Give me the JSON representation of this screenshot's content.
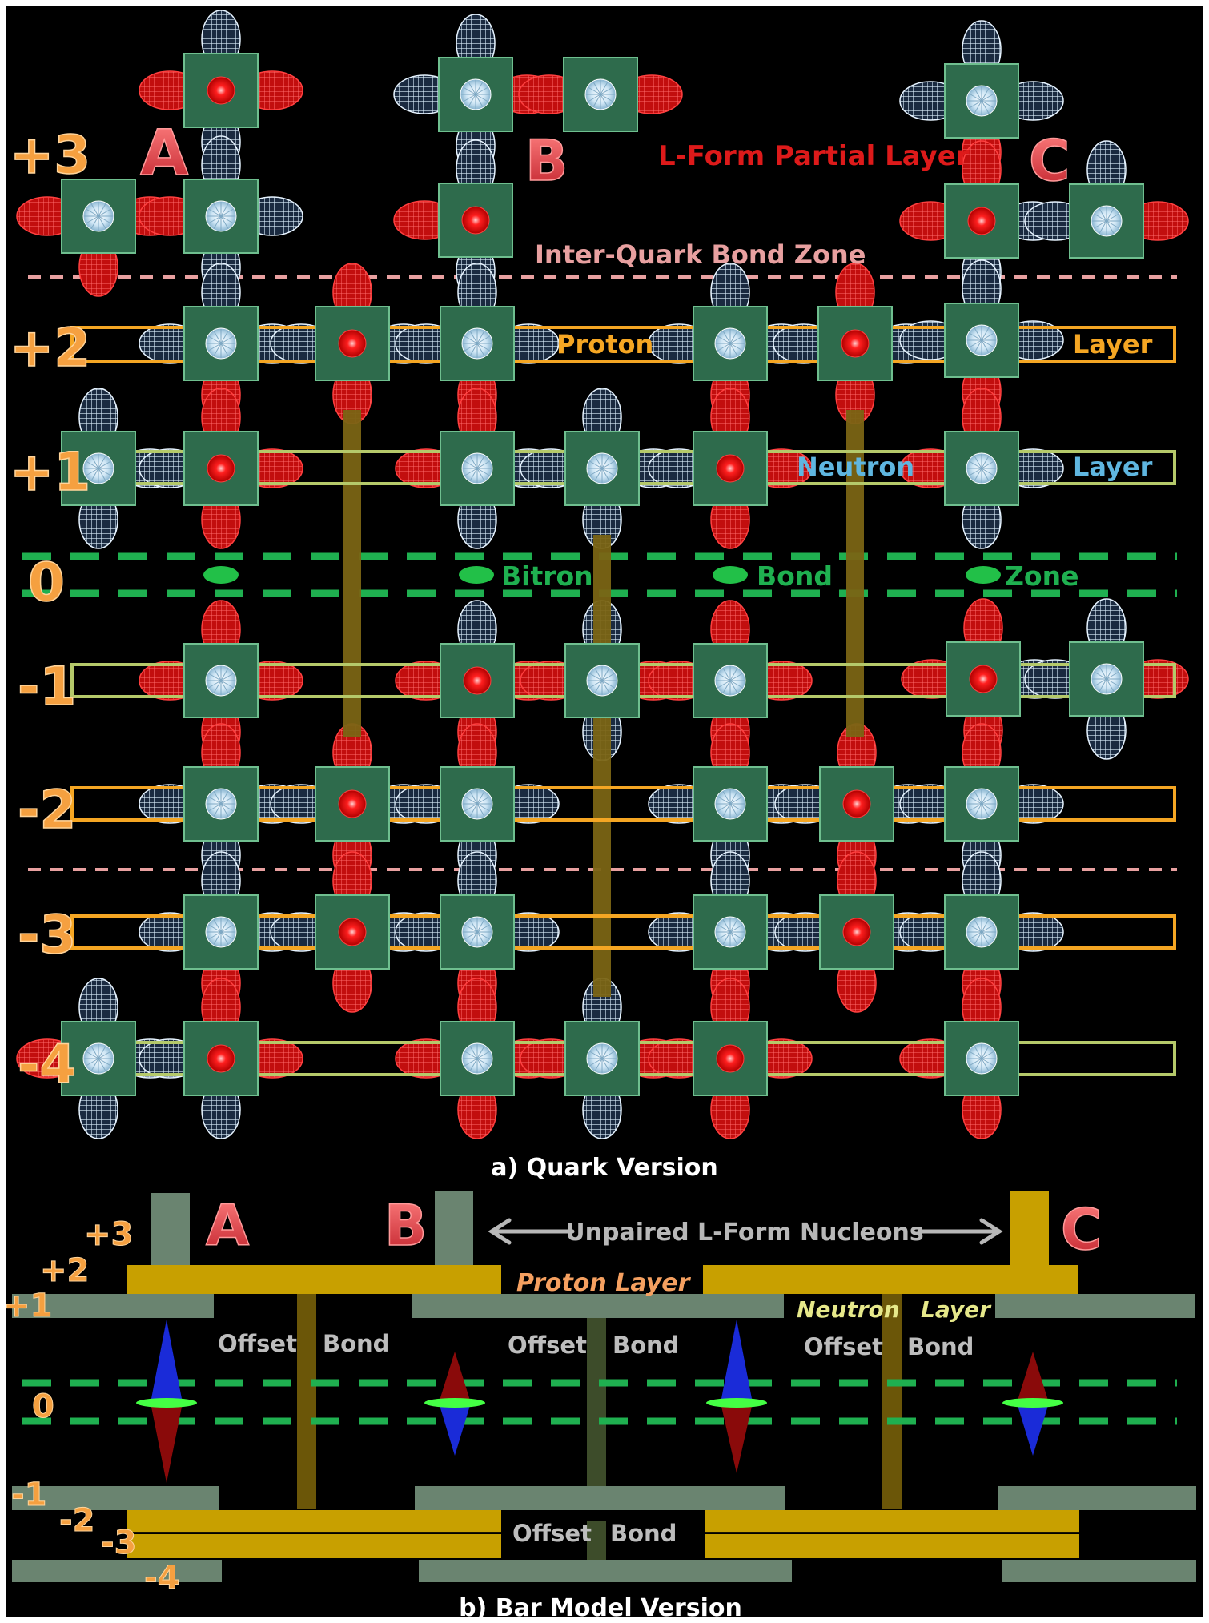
{
  "top": {
    "letters": [
      "A",
      "B",
      "C"
    ],
    "lform_label": "L-Form Partial Layer",
    "interquark_label": "Inter-Quark Bond Zone",
    "levels": [
      "+3",
      "+2",
      "+1",
      "0",
      "-1",
      "-2",
      "-3",
      "-4"
    ],
    "proton_word": "Proton",
    "neutron_word": "Neutron",
    "layer_word": "Layer",
    "bitron_word": "Bitron",
    "bond_word": "Bond",
    "zone_word": "Zone",
    "caption": "a) Quark Version"
  },
  "bottom": {
    "letters": [
      "A",
      "B",
      "C"
    ],
    "levels": [
      "+3",
      "+2",
      "+1",
      "0",
      "-1",
      "-2",
      "-3",
      "-4"
    ],
    "unpaired_label": "Unpaired L-Form Nucleons",
    "proton_layer_label": "Proton Layer",
    "neutron_word": "Neutron",
    "layer_word": "Layer",
    "offset_word": "Offset",
    "bond_word": "Bond",
    "caption": "b) Bar Model Version"
  },
  "colors": {
    "background": "#000000",
    "frame": "#ffffff",
    "proton_layer": "#f5a623",
    "neutron_layer": "#b5c96a",
    "bitron_zone": "#1fb050",
    "interquark_zone": "#e8a0a0",
    "quark_box": "#2e6b4c",
    "red_quark": "#e01818",
    "blue_quark": "#cfe6f5",
    "bar_gold": "#c8a000",
    "bar_grey": "#6a8470",
    "level_label": "#f5a040"
  },
  "icons": [
    "red-quark-icon",
    "blue-quark-icon",
    "bitron-icon",
    "double-arrow-icon",
    "bond-diamond-icon"
  ]
}
